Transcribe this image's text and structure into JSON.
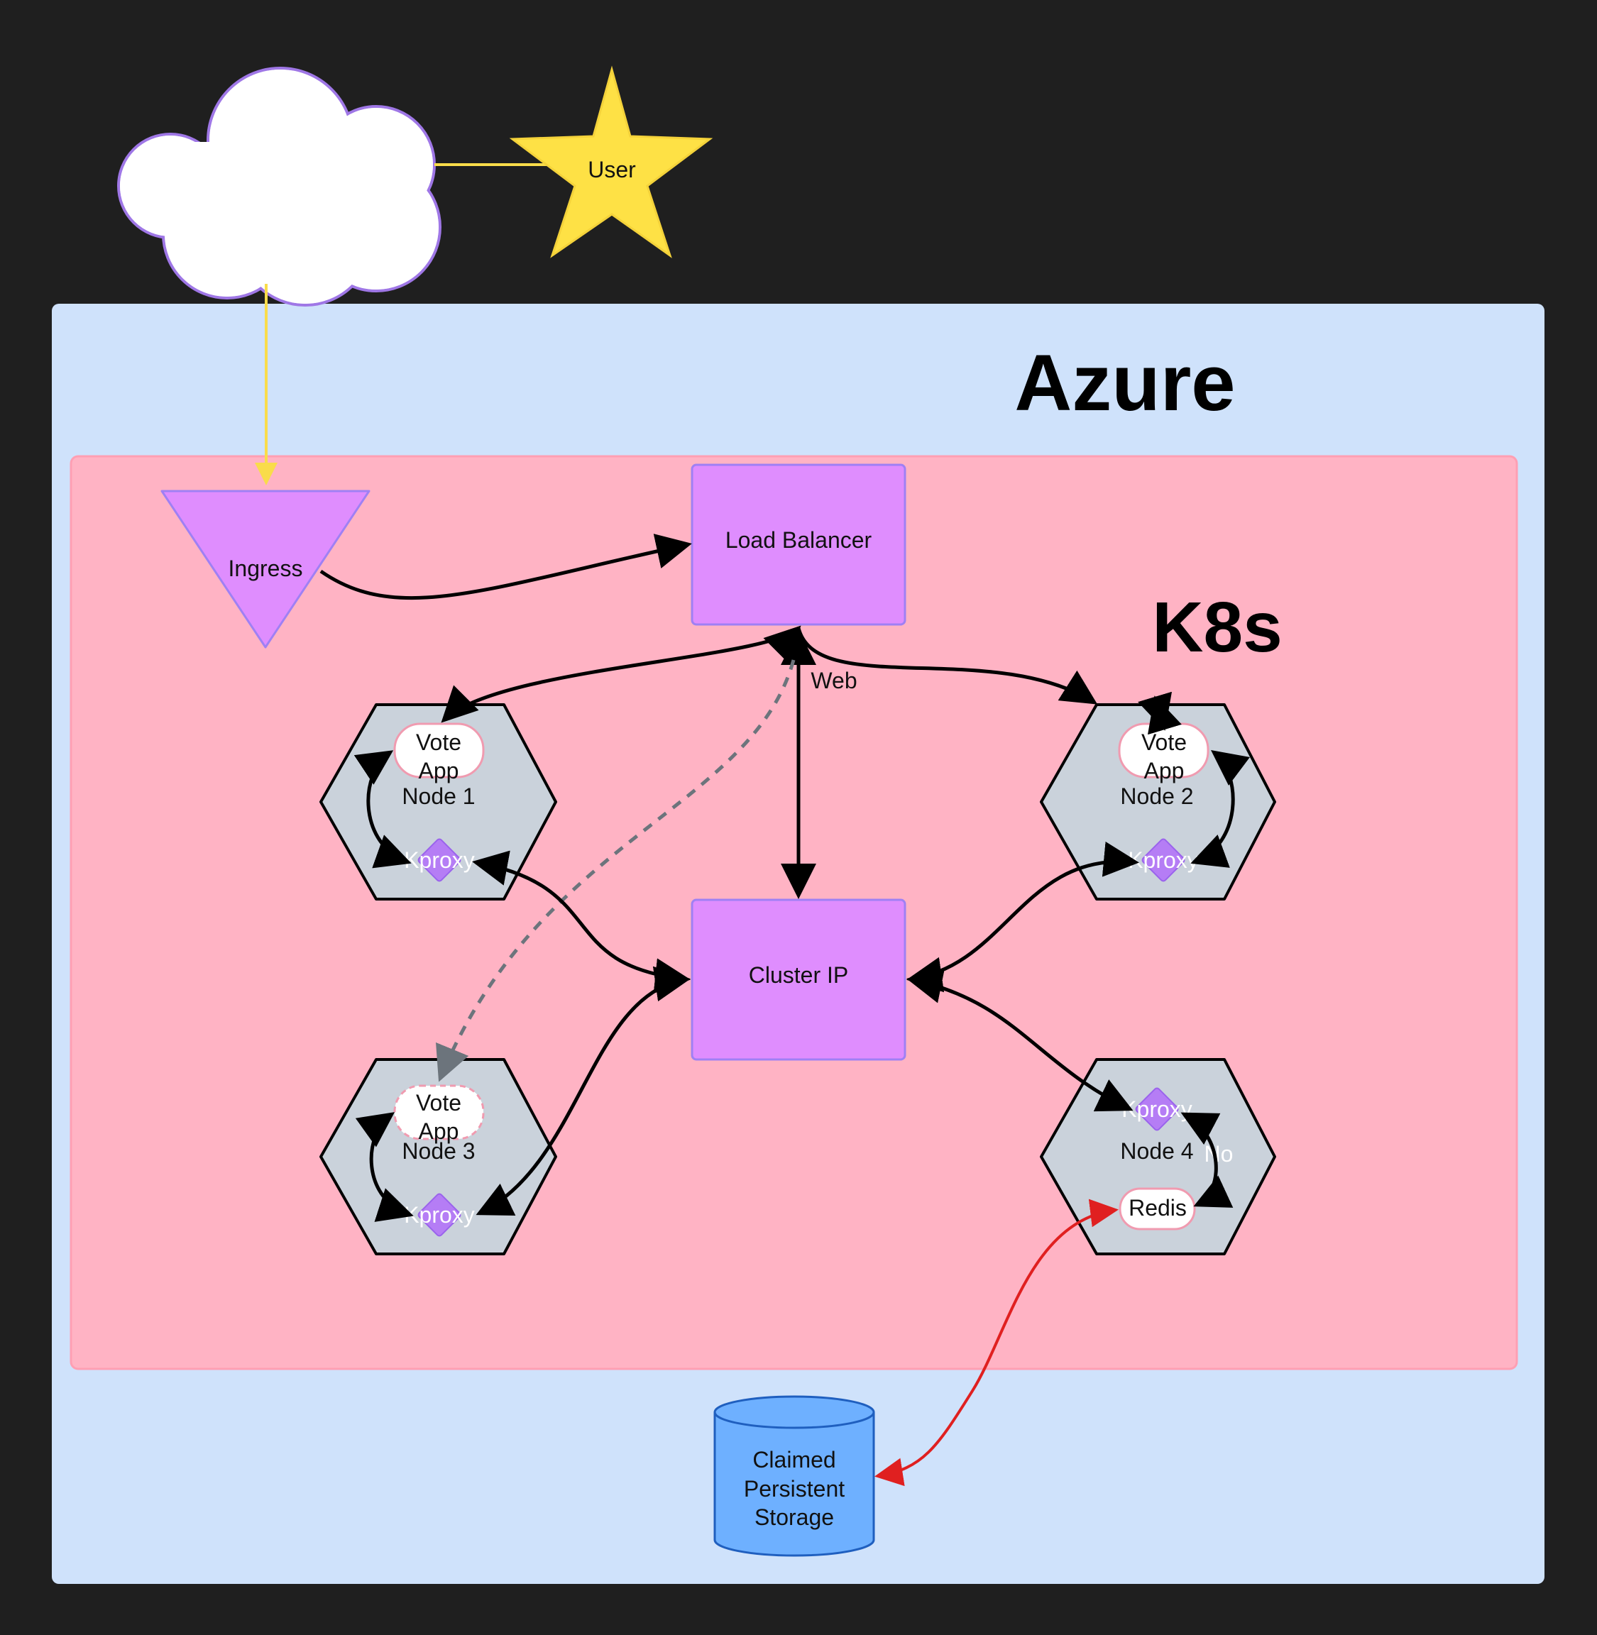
{
  "diagram": {
    "azure_title": "Azure",
    "k8s_title": "K8s",
    "user_label": "User",
    "ingress_label": "Ingress",
    "load_balancer_label": "Load Balancer",
    "cluster_ip_label": "Cluster IP",
    "web_edge_label": "Web",
    "no_edge_label": "No",
    "nodes": [
      {
        "name": "Node 1",
        "app_line1": "Vote",
        "app_line2": "App",
        "proxy": "Kproxy"
      },
      {
        "name": "Node 2",
        "app_line1": "Vote",
        "app_line2": "App",
        "proxy": "Kproxy"
      },
      {
        "name": "Node 3",
        "app_line1": "Vote",
        "app_line2": "App",
        "proxy": "Kproxy"
      },
      {
        "name": "Node 4",
        "redis": "Redis",
        "proxy": "Kproxy"
      }
    ],
    "storage": {
      "line1": "Claimed",
      "line2": "Persistent",
      "line3": "Storage"
    },
    "colors": {
      "background": "#1f1f1f",
      "azure_fill": "#cfe2fb",
      "k8s_fill": "#ffb3c4",
      "service_fill": "#df8dfe",
      "node_fill": "#cad2db",
      "proxy_fill": "#b57df5",
      "star_fill": "#fee145",
      "storage_fill": "#6eb0ff",
      "storage_link": "#e02020",
      "dashed_link": "#6c747c"
    }
  }
}
